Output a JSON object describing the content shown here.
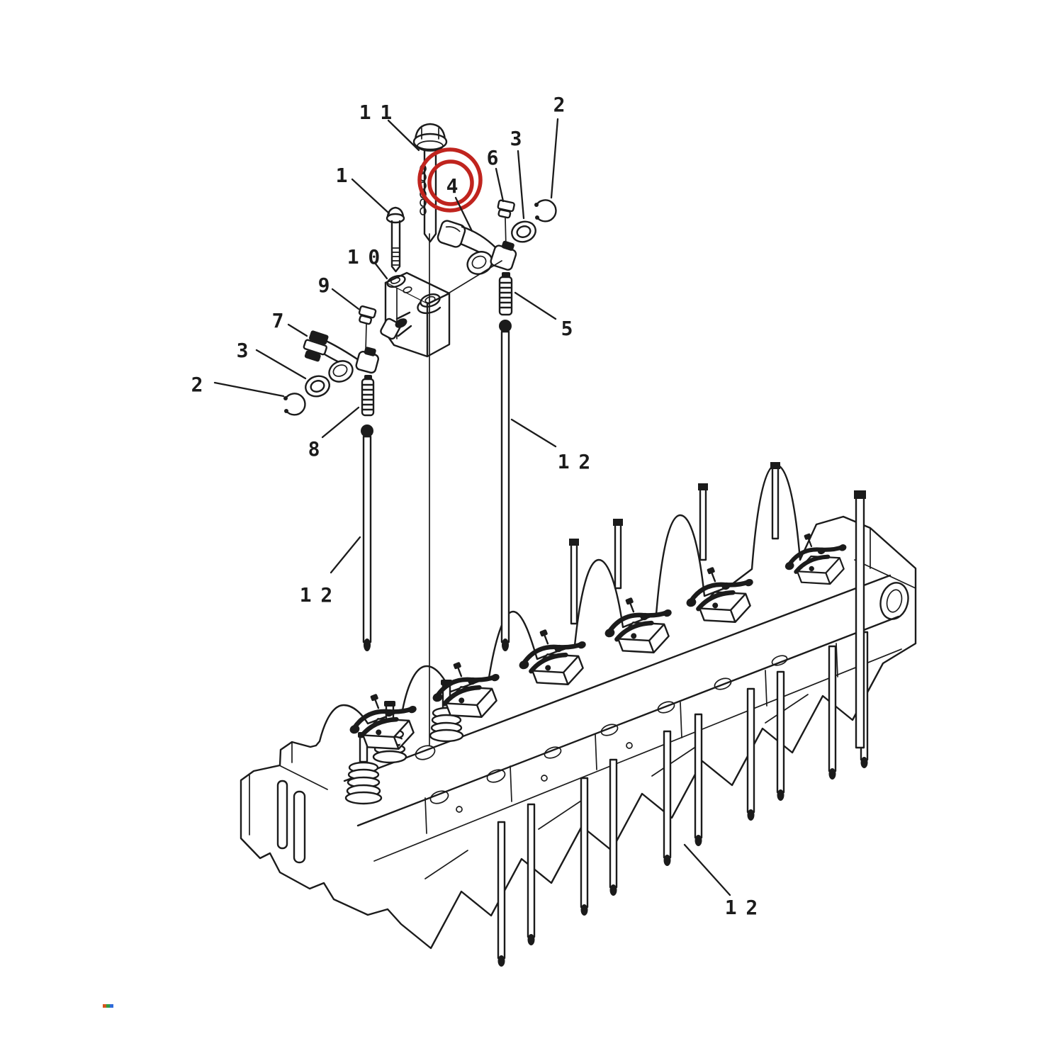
{
  "figure": {
    "type": "exploded-parts-diagram",
    "subject": "Engine cylinder head rocker arm and push rod assembly",
    "colors": {
      "ink": "#1b1b1b",
      "background": "#ffffff",
      "annotation": "#c0241e"
    },
    "highlight": {
      "target_callout": "4",
      "shape": "double-circle",
      "color": "#c0241e"
    },
    "callouts": [
      {
        "id": "11",
        "label": "1 1"
      },
      {
        "id": "1",
        "label": "1"
      },
      {
        "id": "10",
        "label": "1 0"
      },
      {
        "id": "9",
        "label": "9"
      },
      {
        "id": "7",
        "label": "7"
      },
      {
        "id": "3-left",
        "label": "3"
      },
      {
        "id": "2-left",
        "label": "2"
      },
      {
        "id": "8",
        "label": "8"
      },
      {
        "id": "12-left",
        "label": "1 2"
      },
      {
        "id": "4",
        "label": "4"
      },
      {
        "id": "6",
        "label": "6"
      },
      {
        "id": "3-right",
        "label": "3"
      },
      {
        "id": "2-right",
        "label": "2"
      },
      {
        "id": "5",
        "label": "5"
      },
      {
        "id": "12-right",
        "label": "1 2"
      },
      {
        "id": "12-bottom",
        "label": "1 2"
      }
    ],
    "scan_artifact": {
      "colors": [
        "#d4561e",
        "#2e9e44",
        "#2f6bd8"
      ]
    }
  }
}
